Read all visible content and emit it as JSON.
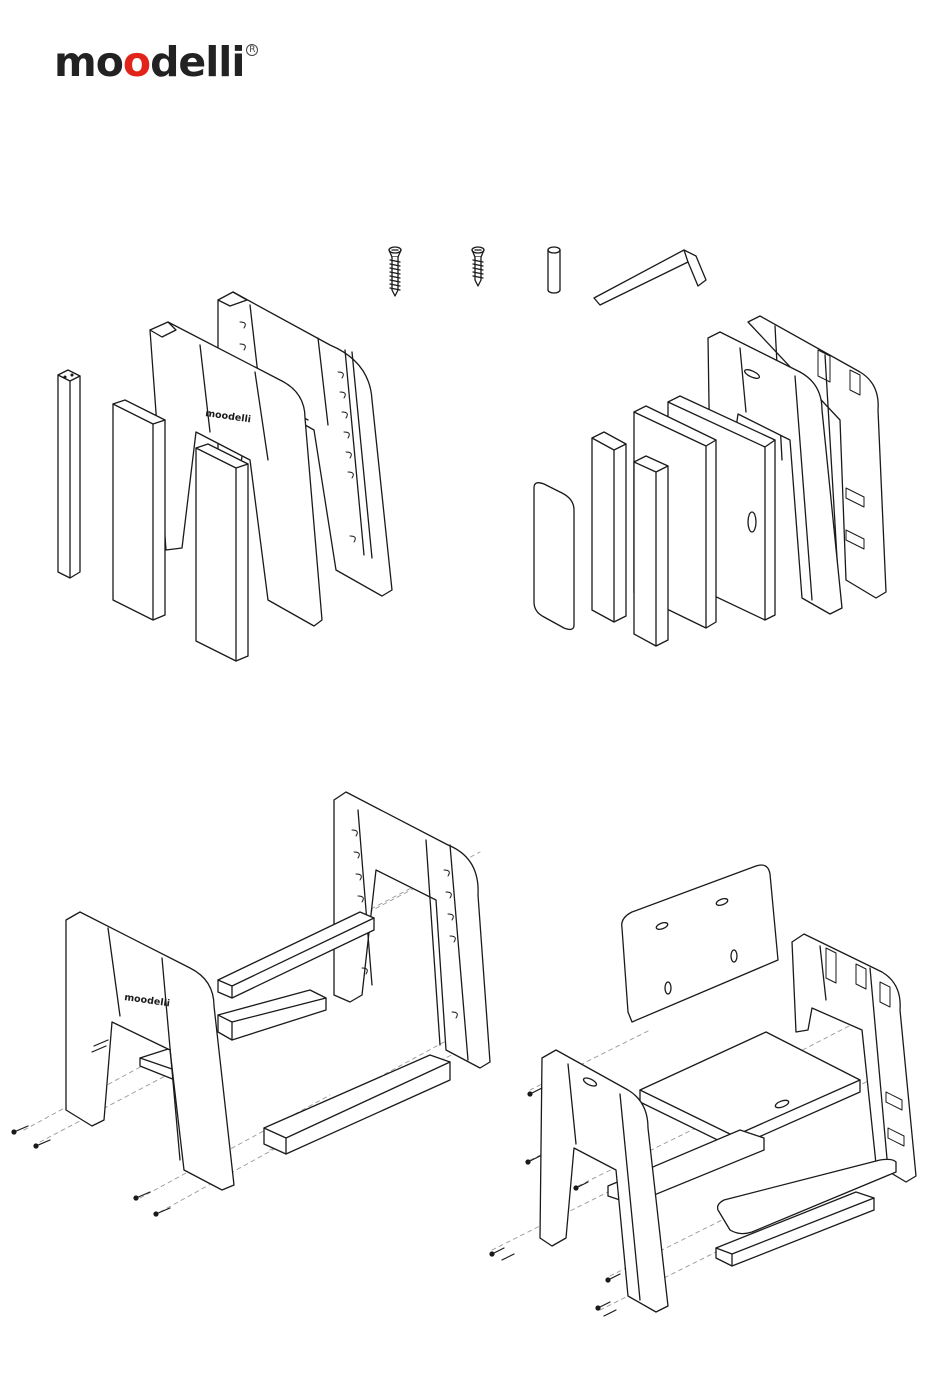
{
  "logo": {
    "prefix": "mo",
    "red_letter": "o",
    "suffix": "delli",
    "registered": "R"
  },
  "panel_brand": "moodelli",
  "colors": {
    "logo_dark": "#222222",
    "logo_red": "#e2231a",
    "line": "#1a1a1a",
    "dash": "#999999"
  },
  "hardware_icons": [
    "long-screw-icon",
    "short-screw-icon",
    "dowel-icon",
    "hex-key-icon"
  ]
}
